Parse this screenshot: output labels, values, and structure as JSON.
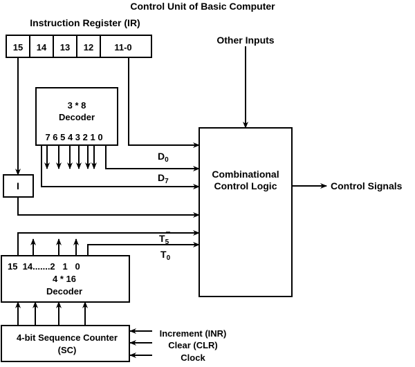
{
  "title": "Control Unit of Basic Computer",
  "instruction_register": {
    "label": "Instruction Register (IR)",
    "cells": [
      "15",
      "14",
      "13",
      "12",
      "11-0"
    ]
  },
  "decoder_3x8": {
    "title": "3 * 8",
    "subtitle": "Decoder",
    "outputs": "7 6 5 4 3 2 1 0"
  },
  "i_flipflop": {
    "label": "I"
  },
  "decoder_4x16": {
    "outputs": "15  14.......2   1   0",
    "title": "4 * 16",
    "subtitle": "Decoder"
  },
  "sequence_counter": {
    "line1": "4-bit Sequence Counter",
    "line2": "(SC)",
    "inputs": [
      "Increment (INR)",
      "Clear (CLR)",
      "Clock"
    ]
  },
  "signals": {
    "d0": {
      "base": "D",
      "sub": "0"
    },
    "d7": {
      "base": "D",
      "sub": "7"
    },
    "t5": {
      "base": "T",
      "sub": "5"
    },
    "t0": {
      "base": "T",
      "sub": "0"
    }
  },
  "combinational_logic": {
    "line1": "Combinational",
    "line2": "Control Logic"
  },
  "other_inputs": "Other Inputs",
  "control_signals": "Control Signals",
  "colors": {
    "stroke": "#000000",
    "background": "#ffffff"
  }
}
